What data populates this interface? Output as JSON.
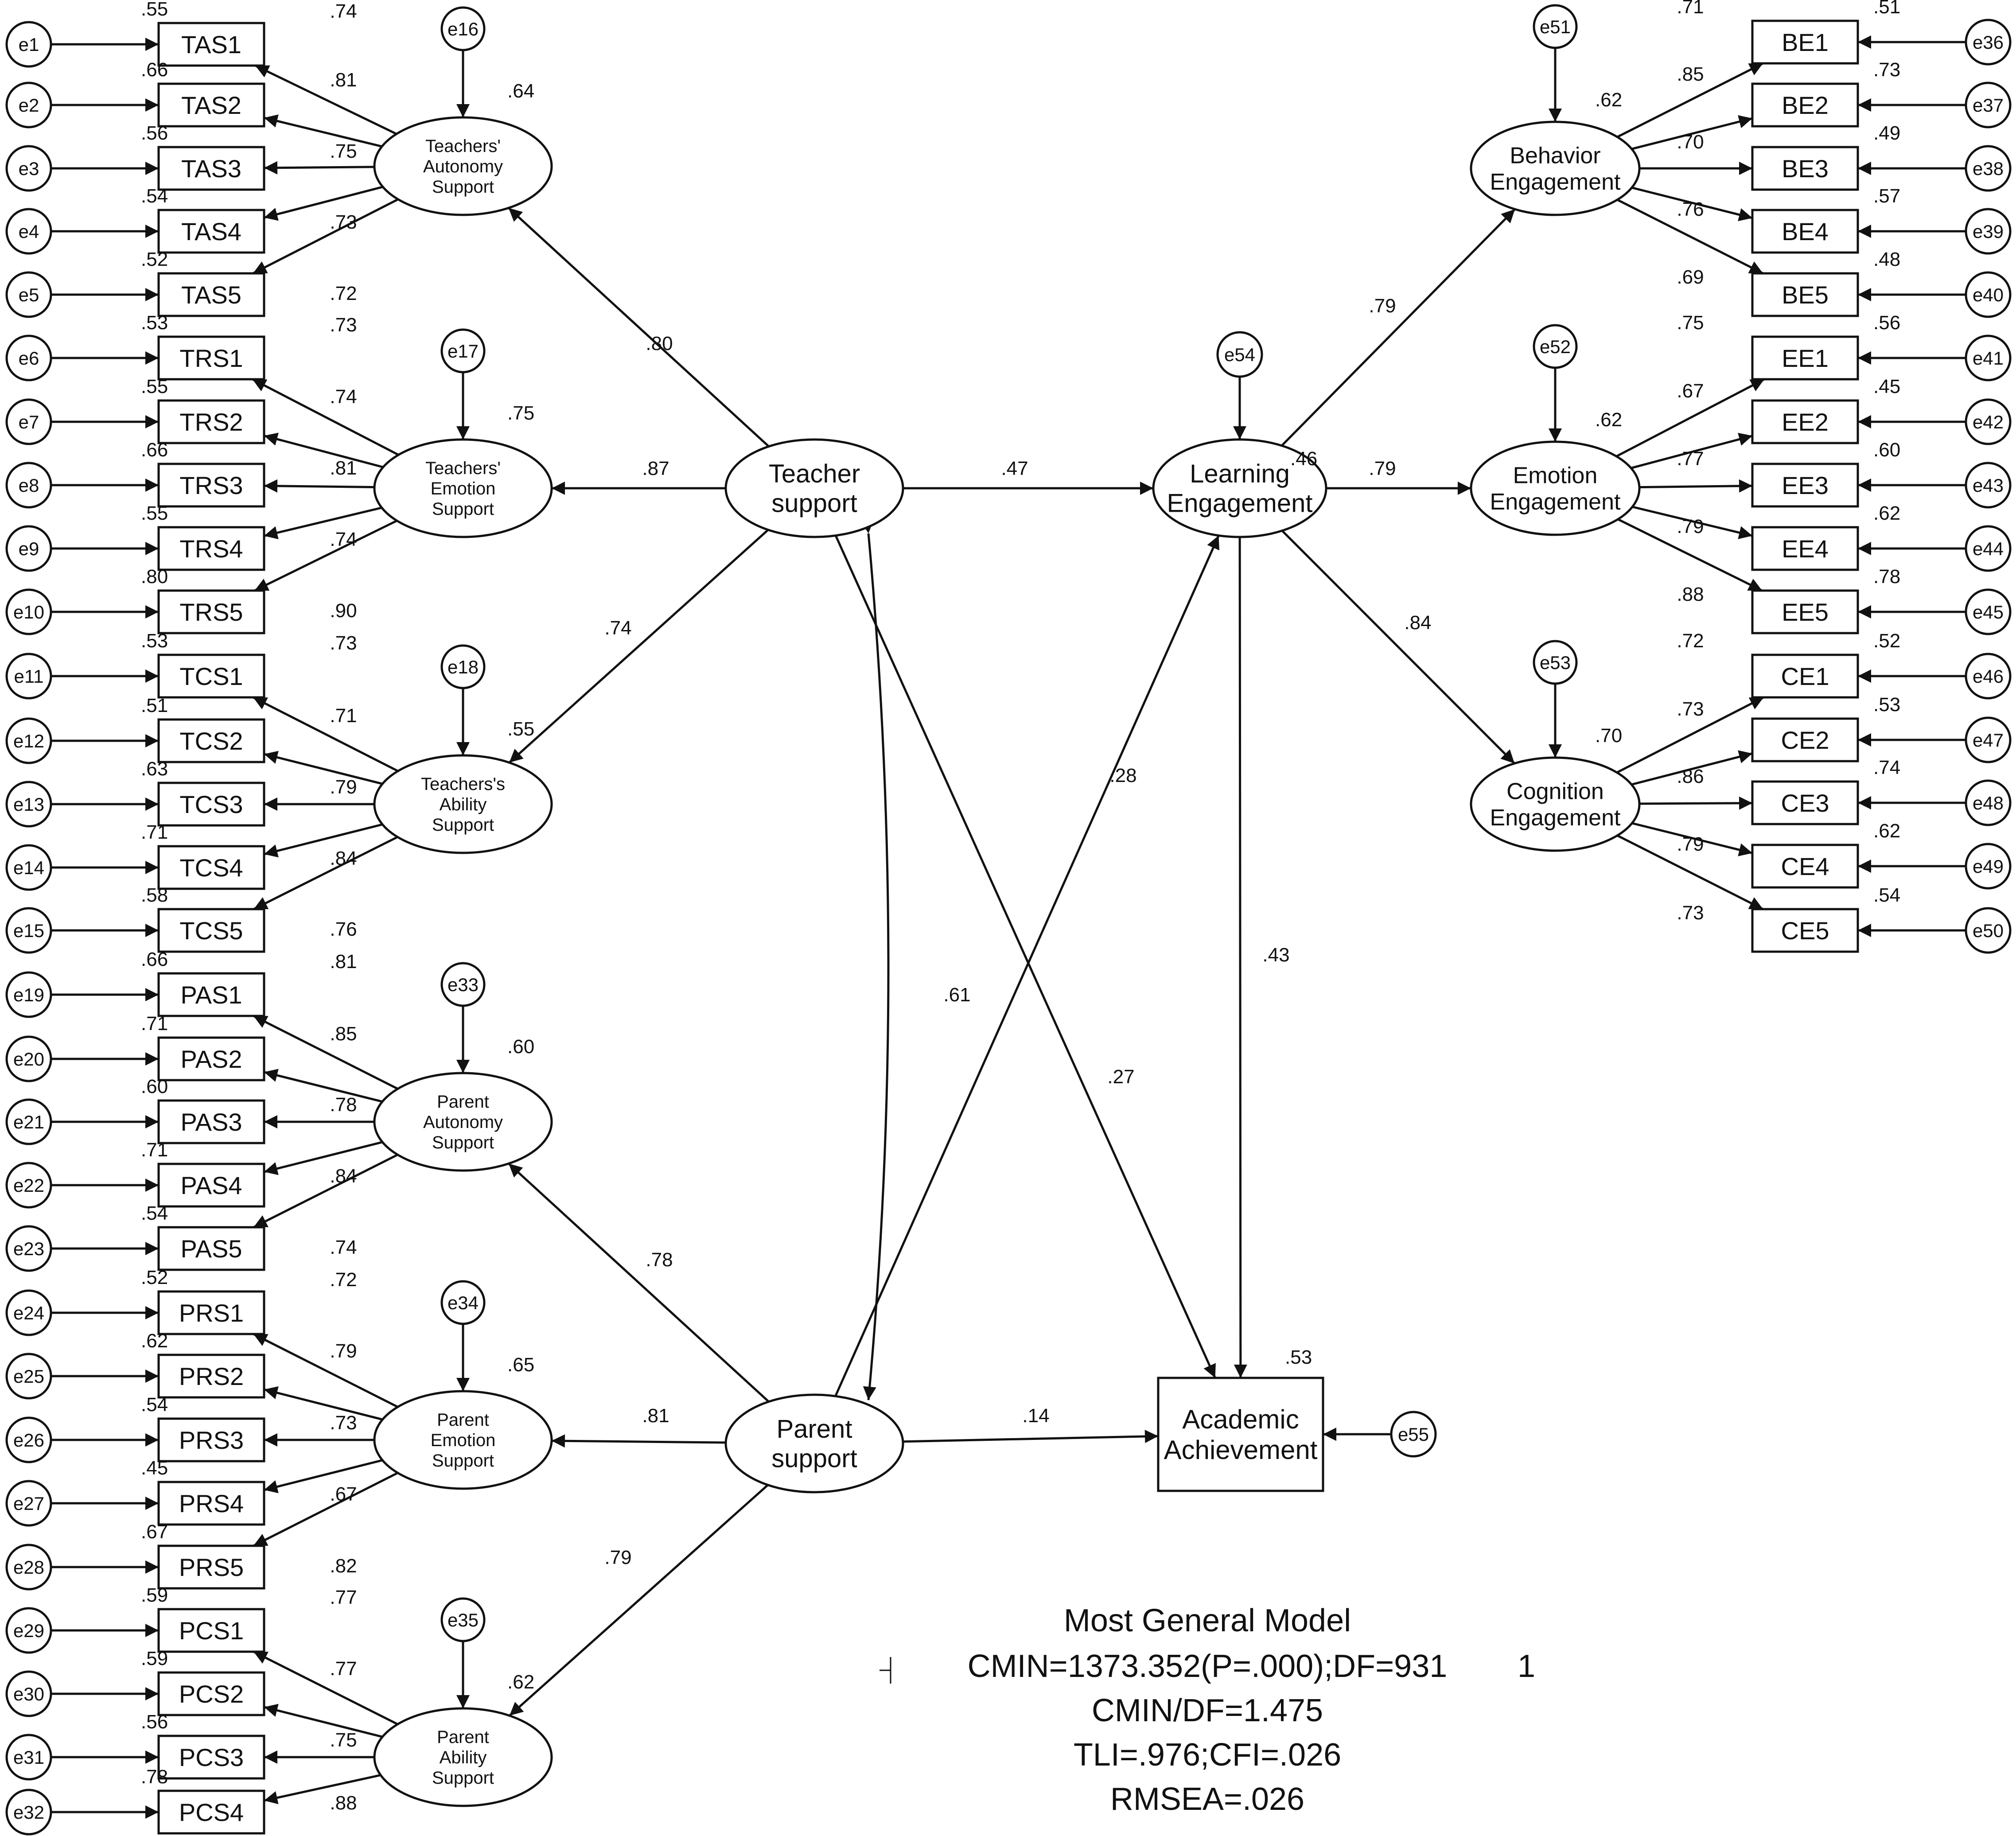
{
  "fit_stats": {
    "title": "Most General Model",
    "line1": "CMIN=1373.352(P=.000);DF=931",
    "line1_suffix": "1",
    "line2": "CMIN/DF=1.475",
    "line3": "TLI=.976;CFI=.026",
    "line4": "RMSEA=.026"
  },
  "structural": {
    "teacher": {
      "label": [
        "Teacher",
        "support"
      ]
    },
    "parent": {
      "label": [
        "Parent",
        "support"
      ]
    },
    "learning": {
      "label": [
        "Learning",
        "Engagement"
      ],
      "error": "e54",
      "r2": ".46"
    },
    "achievement": {
      "label": [
        "Academic",
        "Achievement"
      ],
      "error": "e55",
      "r2": ".53"
    },
    "paths": [
      {
        "from": "teacher",
        "to": "learning",
        "coef": ".47"
      },
      {
        "from": "parent",
        "to": "achievement",
        "coef": ".14"
      },
      {
        "from": "learning",
        "to": "achievement",
        "coef": ".43"
      },
      {
        "from": "teacher",
        "to": "achievement",
        "coef": ".27"
      },
      {
        "from": "parent",
        "to": "learning",
        "coef": ".28"
      }
    ],
    "covariance": {
      "between": [
        "teacher",
        "parent"
      ],
      "coef": ".61"
    }
  },
  "left_factors": [
    {
      "id": "tas",
      "label": [
        "Teachers'",
        "Autonomy",
        "Support"
      ],
      "error": "e16",
      "r2": ".64",
      "source": "teacher",
      "path": ".80",
      "items": [
        {
          "name": "TAS1",
          "error": "e1",
          "r2": ".55",
          "loading": ".74"
        },
        {
          "name": "TAS2",
          "error": "e2",
          "r2": ".66",
          "loading": ".81"
        },
        {
          "name": "TAS3",
          "error": "e3",
          "r2": ".56",
          "loading": ".75"
        },
        {
          "name": "TAS4",
          "error": "e4",
          "r2": ".54",
          "loading": ".73"
        },
        {
          "name": "TAS5",
          "error": "e5",
          "r2": ".52",
          "loading": ".72"
        }
      ]
    },
    {
      "id": "trs",
      "label": [
        "Teachers'",
        "Emotion",
        "Support"
      ],
      "error": "e17",
      "r2": ".75",
      "source": "teacher",
      "path": ".87",
      "items": [
        {
          "name": "TRS1",
          "error": "e6",
          "r2": ".53",
          "loading": ".73"
        },
        {
          "name": "TRS2",
          "error": "e7",
          "r2": ".55",
          "loading": ".74"
        },
        {
          "name": "TRS3",
          "error": "e8",
          "r2": ".66",
          "loading": ".81"
        },
        {
          "name": "TRS4",
          "error": "e9",
          "r2": ".55",
          "loading": ".74"
        },
        {
          "name": "TRS5",
          "error": "e10",
          "r2": ".80",
          "loading": ".90"
        }
      ]
    },
    {
      "id": "tcs",
      "label": [
        "Teachers's",
        "Ability",
        "Support"
      ],
      "error": "e18",
      "r2": ".55",
      "source": "teacher",
      "path": ".74",
      "items": [
        {
          "name": "TCS1",
          "error": "e11",
          "r2": ".53",
          "loading": ".73"
        },
        {
          "name": "TCS2",
          "error": "e12",
          "r2": ".51",
          "loading": ".71"
        },
        {
          "name": "TCS3",
          "error": "e13",
          "r2": ".63",
          "loading": ".79"
        },
        {
          "name": "TCS4",
          "error": "e14",
          "r2": ".71",
          "loading": ".84"
        },
        {
          "name": "TCS5",
          "error": "e15",
          "r2": ".58",
          "loading": ".76"
        }
      ]
    },
    {
      "id": "pas",
      "label": [
        "Parent",
        "Autonomy",
        "Support"
      ],
      "error": "e33",
      "r2": ".60",
      "source": "parent",
      "path": ".78",
      "items": [
        {
          "name": "PAS1",
          "error": "e19",
          "r2": ".66",
          "loading": ".81"
        },
        {
          "name": "PAS2",
          "error": "e20",
          "r2": ".71",
          "loading": ".85"
        },
        {
          "name": "PAS3",
          "error": "e21",
          "r2": ".60",
          "loading": ".78"
        },
        {
          "name": "PAS4",
          "error": "e22",
          "r2": ".71",
          "loading": ".84"
        },
        {
          "name": "PAS5",
          "error": "e23",
          "r2": ".54",
          "loading": ".74"
        }
      ]
    },
    {
      "id": "prs",
      "label": [
        "Parent",
        "Emotion",
        "Support"
      ],
      "error": "e34",
      "r2": ".65",
      "source": "parent",
      "path": ".81",
      "items": [
        {
          "name": "PRS1",
          "error": "e24",
          "r2": ".52",
          "loading": ".72"
        },
        {
          "name": "PRS2",
          "error": "e25",
          "r2": ".62",
          "loading": ".79"
        },
        {
          "name": "PRS3",
          "error": "e26",
          "r2": ".54",
          "loading": ".73"
        },
        {
          "name": "PRS4",
          "error": "e27",
          "r2": ".45",
          "loading": ".67"
        },
        {
          "name": "PRS5",
          "error": "e28",
          "r2": ".67",
          "loading": ".82"
        }
      ]
    },
    {
      "id": "pcs",
      "label": [
        "Parent",
        "Ability",
        "Support"
      ],
      "error": "e35",
      "r2": ".62",
      "source": "parent",
      "path": ".79",
      "items": [
        {
          "name": "PCS1",
          "error": "e29",
          "r2": ".59",
          "loading": ".77"
        },
        {
          "name": "PCS2",
          "error": "e30",
          "r2": ".59",
          "loading": ".77"
        },
        {
          "name": "PCS3",
          "error": "e31",
          "r2": ".56",
          "loading": ".75"
        },
        {
          "name": "PCS4",
          "error": "e32",
          "r2": ".78",
          "loading": ".88"
        }
      ]
    }
  ],
  "right_factors": [
    {
      "id": "be",
      "label": [
        "Behavior",
        "Engagement"
      ],
      "error": "e51",
      "r2": ".62",
      "path": ".79",
      "items": [
        {
          "name": "BE1",
          "error": "e36",
          "r2": ".51",
          "loading": ".71"
        },
        {
          "name": "BE2",
          "error": "e37",
          "r2": ".73",
          "loading": ".85"
        },
        {
          "name": "BE3",
          "error": "e38",
          "r2": ".49",
          "loading": ".70"
        },
        {
          "name": "BE4",
          "error": "e39",
          "r2": ".57",
          "loading": ".76"
        },
        {
          "name": "BE5",
          "error": "e40",
          "r2": ".48",
          "loading": ".69"
        }
      ]
    },
    {
      "id": "ee",
      "label": [
        "Emotion",
        "Engagement"
      ],
      "error": "e52",
      "r2": ".62",
      "path": ".79",
      "items": [
        {
          "name": "EE1",
          "error": "e41",
          "r2": ".56",
          "loading": ".75"
        },
        {
          "name": "EE2",
          "error": "e42",
          "r2": ".45",
          "loading": ".67"
        },
        {
          "name": "EE3",
          "error": "e43",
          "r2": ".60",
          "loading": ".77"
        },
        {
          "name": "EE4",
          "error": "e44",
          "r2": ".62",
          "loading": ".79"
        },
        {
          "name": "EE5",
          "error": "e45",
          "r2": ".78",
          "loading": ".88"
        }
      ]
    },
    {
      "id": "ce",
      "label": [
        "Cognition",
        "Engagement"
      ],
      "error": "e53",
      "r2": ".70",
      "path": ".84",
      "items": [
        {
          "name": "CE1",
          "error": "e46",
          "r2": ".52",
          "loading": ".72"
        },
        {
          "name": "CE2",
          "error": "e47",
          "r2": ".53",
          "loading": ".73"
        },
        {
          "name": "CE3",
          "error": "e48",
          "r2": ".74",
          "loading": ".86"
        },
        {
          "name": "CE4",
          "error": "e49",
          "r2": ".62",
          "loading": ".79"
        },
        {
          "name": "CE5",
          "error": "e50",
          "r2": ".54",
          "loading": ".73"
        }
      ]
    }
  ]
}
